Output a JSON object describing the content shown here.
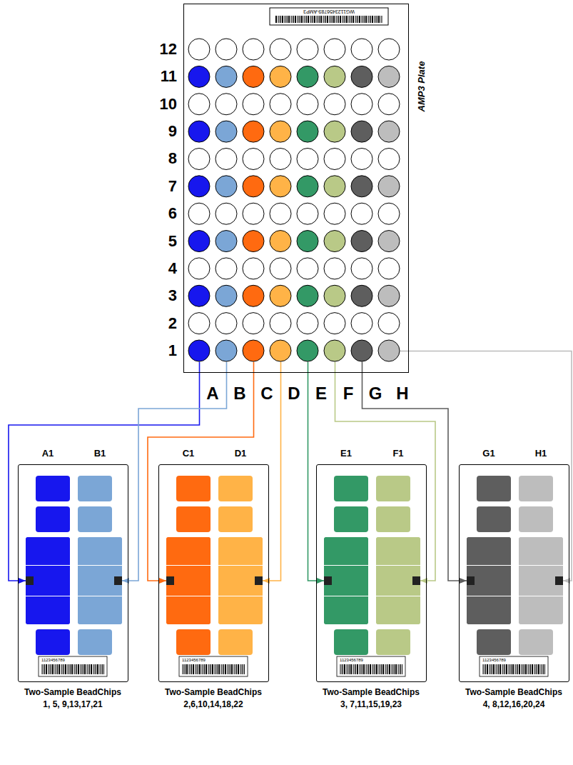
{
  "diagram": {
    "nodes": [
      {
        "text": [
          "WG1123456789-AMP3",
          "AMP3 Plate"
        ]
      },
      {
        "text": [
          "1123456789",
          "Two-Sample BeadChips 1, 5, 9,13,17,21"
        ]
      },
      {
        "text": [
          "A1"
        ],
        "in": 1
      },
      {
        "text": [
          "B1"
        ],
        "in": 1
      },
      {
        "text": [
          "1123456789",
          "Two-Sample BeadChips 2,6,10,14,18,22"
        ]
      },
      {
        "text": [
          "C1"
        ],
        "in": 4
      },
      {
        "text": [
          "D1"
        ],
        "in": 4
      },
      {
        "text": [
          "1123456789",
          "Two-Sample BeadChips 3, 7,11,15,19,23"
        ]
      },
      {
        "text": [
          "E1"
        ],
        "in": 7
      },
      {
        "text": [
          "F1"
        ],
        "in": 7
      },
      {
        "text": [
          "1123456789",
          "Two-Sample BeadChips 4, 8,12,16,20,24"
        ]
      },
      {
        "text": [
          "G1"
        ],
        "in": 10
      },
      {
        "text": [
          "H1"
        ],
        "in": 10
      }
    ],
    "edges": [
      {
        "from": 0,
        "to": 2,
        "arrow": "to"
      },
      {
        "from": 0,
        "to": 3,
        "arrow": "to"
      },
      {
        "from": 0,
        "to": 5,
        "arrow": "to"
      },
      {
        "from": 0,
        "to": 6,
        "arrow": "to"
      },
      {
        "from": 0,
        "to": 8,
        "arrow": "to"
      },
      {
        "from": 0,
        "to": 9,
        "arrow": "to"
      },
      {
        "from": 0,
        "to": 11,
        "arrow": "to"
      },
      {
        "from": 0,
        "to": 12,
        "arrow": "to"
      }
    ],
    "labels": [
      "12",
      "11",
      "10",
      "9",
      "8",
      "7",
      "6",
      "5",
      "4",
      "3",
      "2",
      "1",
      "A",
      "B",
      "C",
      "D",
      "E",
      "F",
      "G",
      "H"
    ]
  }
}
